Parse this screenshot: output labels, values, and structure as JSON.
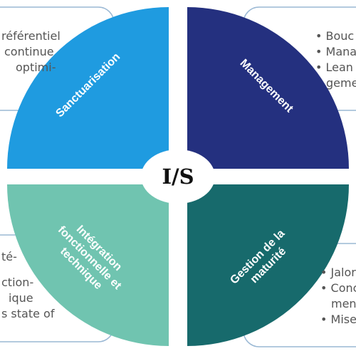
{
  "center_label": "I/S",
  "colors": {
    "sanctuarisation": "#1f9be0",
    "management": "#24307f",
    "integration": "#70c4b0",
    "maturite": "#176a6c",
    "frame": "#9ab8d4"
  },
  "quadrants": {
    "top_left": {
      "title_lines": [
        "Sanctuarisation"
      ]
    },
    "top_right": {
      "title_lines": [
        "Management"
      ]
    },
    "bottom_left": {
      "title_lines": [
        "Intégration",
        "fonctionnelle et",
        "technique"
      ]
    },
    "bottom_right": {
      "title_lines": [
        "Gestion de la",
        "maturité"
      ]
    }
  },
  "notes": {
    "top_left": [
      "référentiel",
      "continue",
      "optimi-"
    ],
    "top_right": [
      "• Bouc",
      "• Mana",
      "• Lean",
      "geme"
    ],
    "bottom_left": [
      "té-",
      "ction-",
      "ique",
      "s state of"
    ],
    "bottom_right": [
      "• Jalor",
      "• Conc",
      "men",
      "• Mise"
    ]
  }
}
